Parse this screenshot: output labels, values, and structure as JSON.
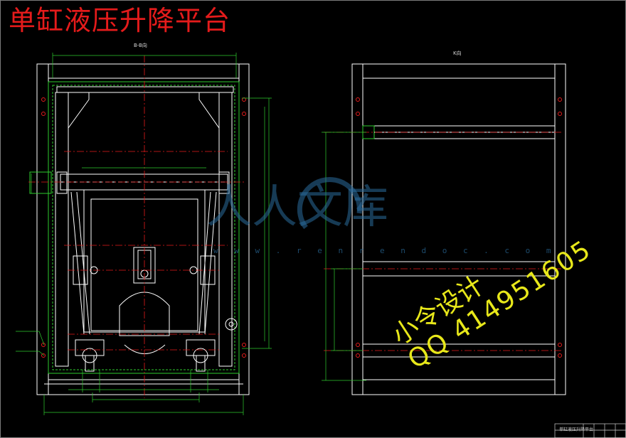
{
  "title": "单缸液压升降平台",
  "views": {
    "left_label": "B-B向",
    "right_label": "K向"
  },
  "watermark": {
    "brand": "人人文库",
    "url": "w w w . r e n r e n d o c . c o m"
  },
  "stamp": {
    "line1": "小令设计",
    "line2": "QQ 414951605"
  },
  "title_block": {
    "name": "单缸液压升降平台"
  },
  "colors": {
    "background": "#000000",
    "outline": "#ffffff",
    "centerline": "#e41b1b",
    "dimension": "#2ecc2e",
    "hidden": "#e0e020",
    "watermark": "#2a6c9c",
    "stamp": "#e8e81a"
  }
}
